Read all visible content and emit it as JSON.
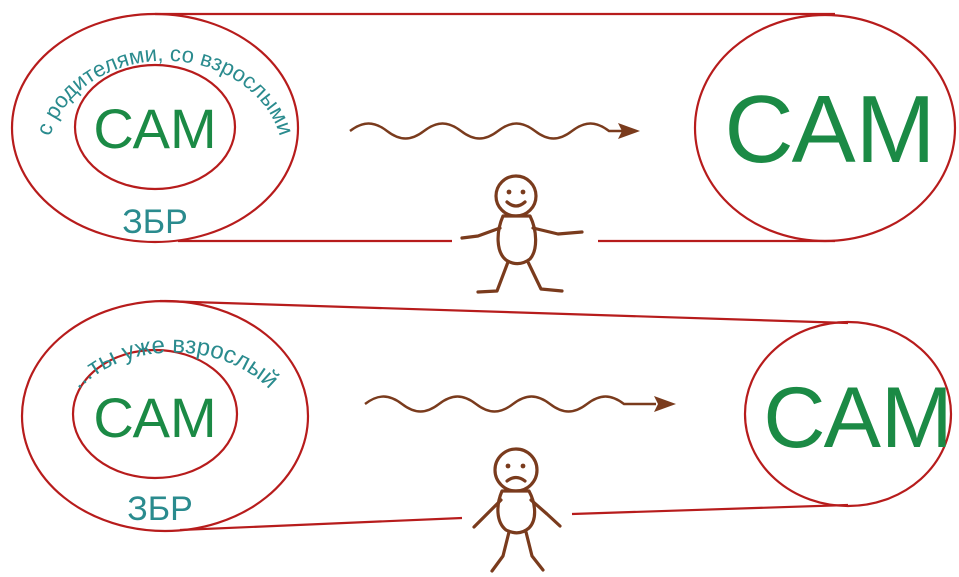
{
  "top": {
    "inner_label": "САМ",
    "zone_label": "ЗБР",
    "arc_text": "с родителями, со взрослыми",
    "target_label": "САМ",
    "figure_mood": "happy"
  },
  "bottom": {
    "inner_label": "САМ",
    "zone_label": "ЗБР",
    "arc_text": "...ты уже взрослый",
    "target_label": "САМ",
    "figure_mood": "sad"
  },
  "colors": {
    "outline": "#b71c1c",
    "label_green": "#1b8a45",
    "label_teal": "#2a8b8e",
    "arrow_brown": "#7a3b1d"
  }
}
